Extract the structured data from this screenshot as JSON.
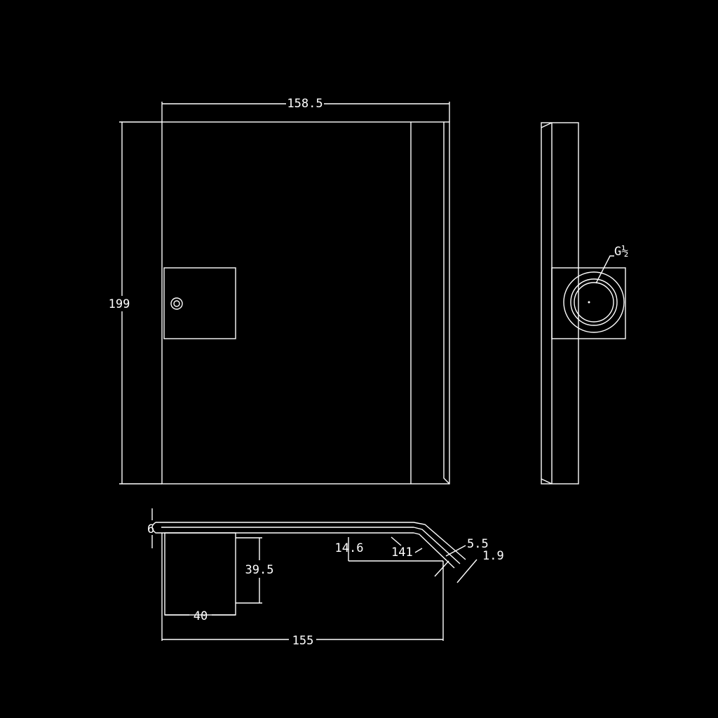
{
  "colors": {
    "background": "#000000",
    "line": "#ffffff"
  },
  "dimensions": {
    "top_width": "158.5",
    "left_height": "199",
    "thread": "G½",
    "bottom_small": "6",
    "outlet_depth": "14.6",
    "spout_length": "141",
    "wall_offset": "5.5",
    "plate_thickness": "1.9",
    "block_height": "39.5",
    "block_width": "40",
    "overall_length": "155"
  }
}
